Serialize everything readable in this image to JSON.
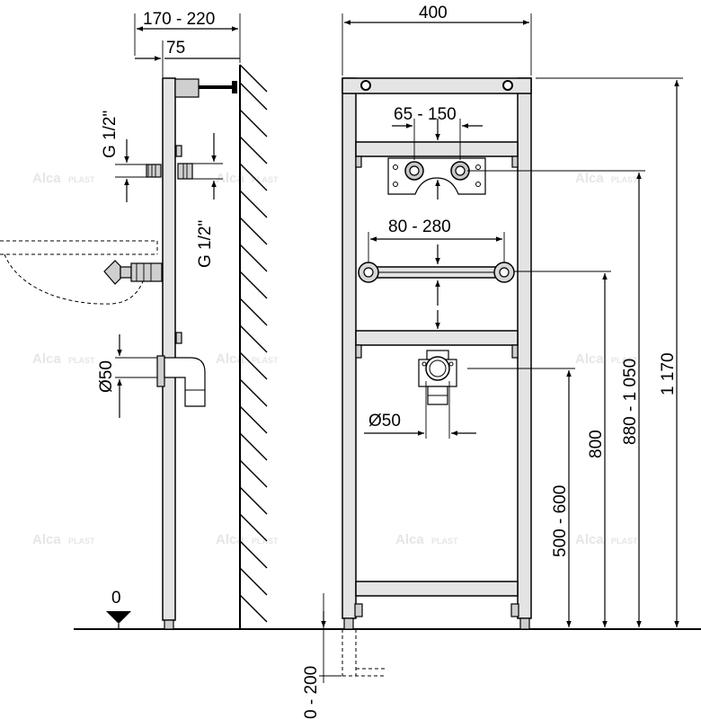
{
  "watermark": {
    "brand": "Alca",
    "suffix": "PLAST"
  },
  "dimensions": {
    "wall_offset": "170 - 220",
    "depth": "75",
    "supply_thread_top": "G 1/2\"",
    "supply_thread_side": "G 1/2\"",
    "waste_pipe_side": "Ø50",
    "frame_width": "400",
    "tap_spacing": "65 - 150",
    "bracket_spacing": "80 - 280",
    "waste_pipe_front": "Ø50",
    "waste_height": "500 - 600",
    "bracket_height": "800",
    "tap_height": "880 - 1 050",
    "frame_height": "1 170",
    "floor_level": "0",
    "leg_extension": "0 - 200"
  },
  "colors": {
    "frame_fill": "#e4e4e4",
    "part_fill": "#cfcfcf",
    "line": "#000000",
    "watermark": "#e6e6e6"
  }
}
